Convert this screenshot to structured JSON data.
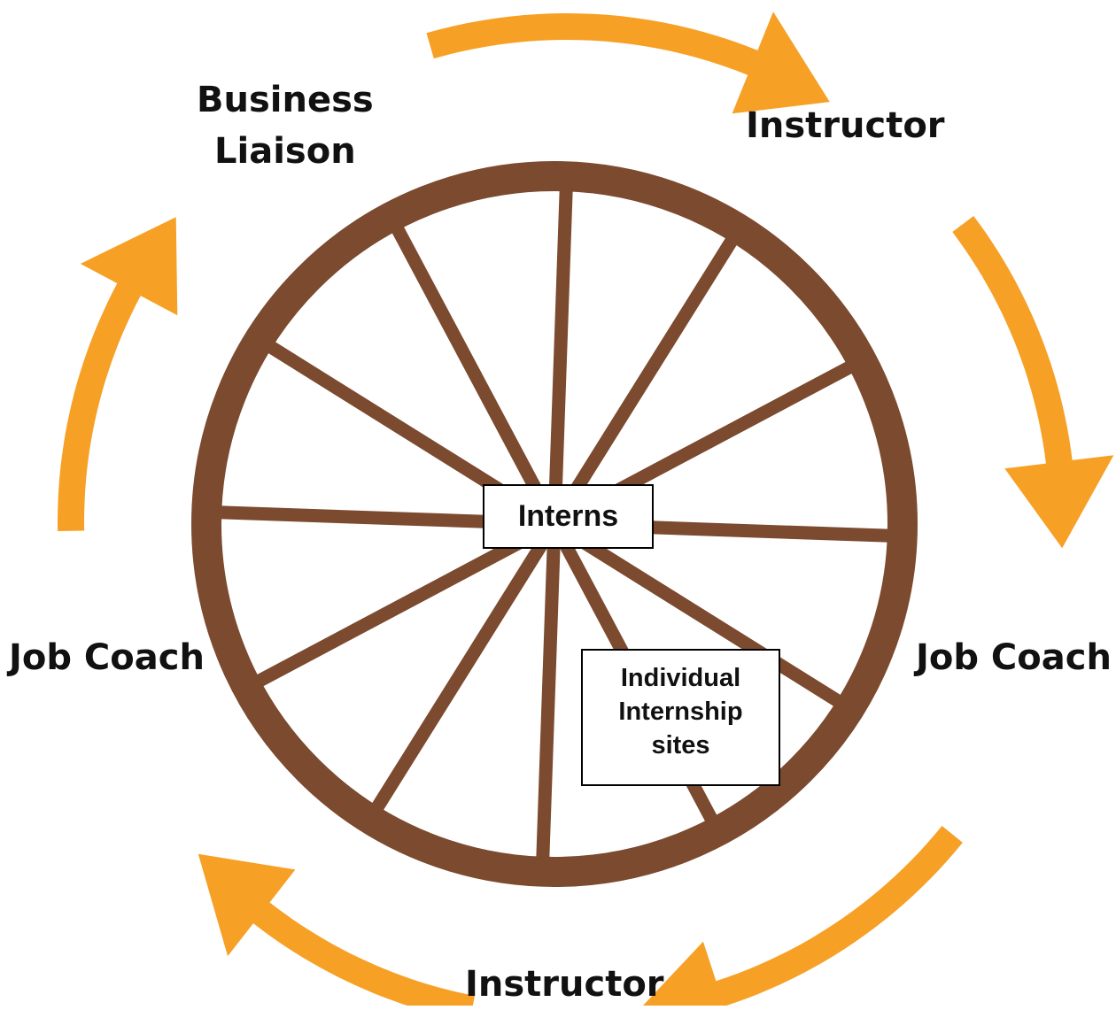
{
  "roles": {
    "business_liaison": [
      "Business",
      "Liaison"
    ],
    "instructor_top": "Instructor",
    "job_coach_right": "Job Coach",
    "instructor_bottom": "Instructor",
    "job_coach_left": "Job Coach"
  },
  "hub_label": "Interns",
  "sites_label": [
    "Individual",
    "Internship",
    "sites"
  ],
  "colors": {
    "arrow": "#F7A026",
    "wheel": "#7B4A2F",
    "text": "#111111"
  },
  "icons": {
    "wheel": "wagon-wheel-icon",
    "arrow": "curved-arrow-icon"
  }
}
